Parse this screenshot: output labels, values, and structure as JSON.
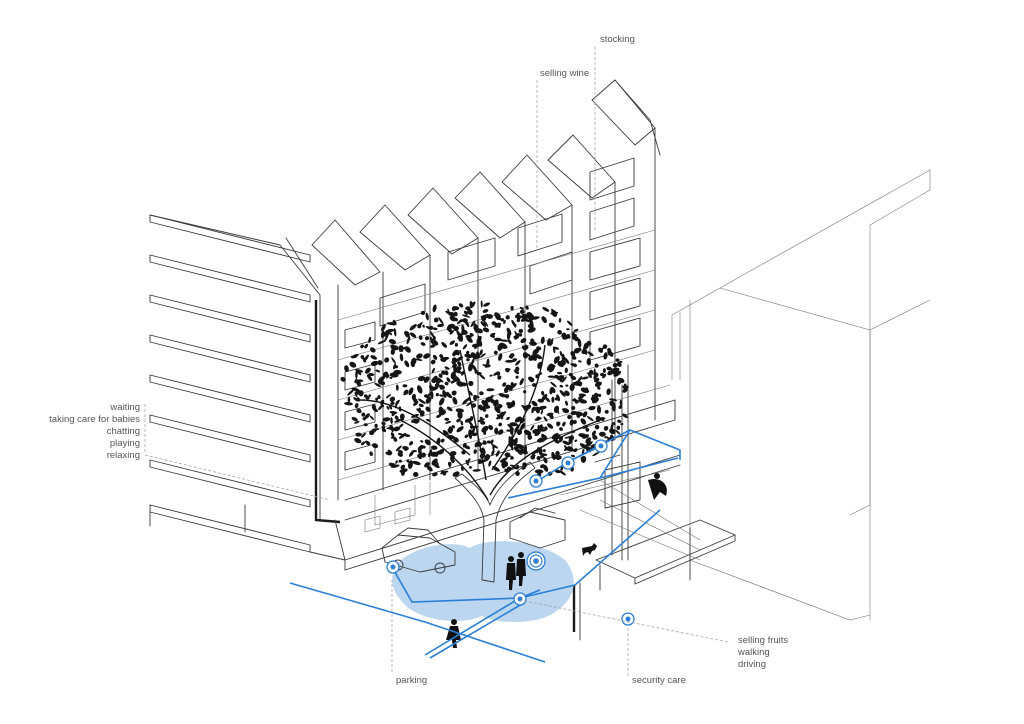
{
  "labels": {
    "top_stocking": "stocking",
    "top_selling_wine": "selling wine",
    "left_waiting": "waiting",
    "left_taking_care": "taking care for babies",
    "left_chatting": "chatting",
    "left_playing": "playing",
    "left_relaxing": "relaxing",
    "right_selling_fruits": "selling fruits",
    "right_walking": "walking",
    "right_driving": "driving",
    "bottom_parking": "parking",
    "bottom_security_care": "security care"
  },
  "colors": {
    "activity_line": "#2a7fd6",
    "shade_area": "#bcd6ef",
    "marker": "#2a7fd6",
    "ink": "#1a1a1a",
    "label_text": "#555555"
  },
  "icons": {
    "activity_marker": "concentric-circle-icon",
    "tree": "tree-canopy-icon",
    "person": "person-silhouette-icon",
    "dog": "dog-silhouette-icon",
    "car": "car-outline-icon"
  }
}
